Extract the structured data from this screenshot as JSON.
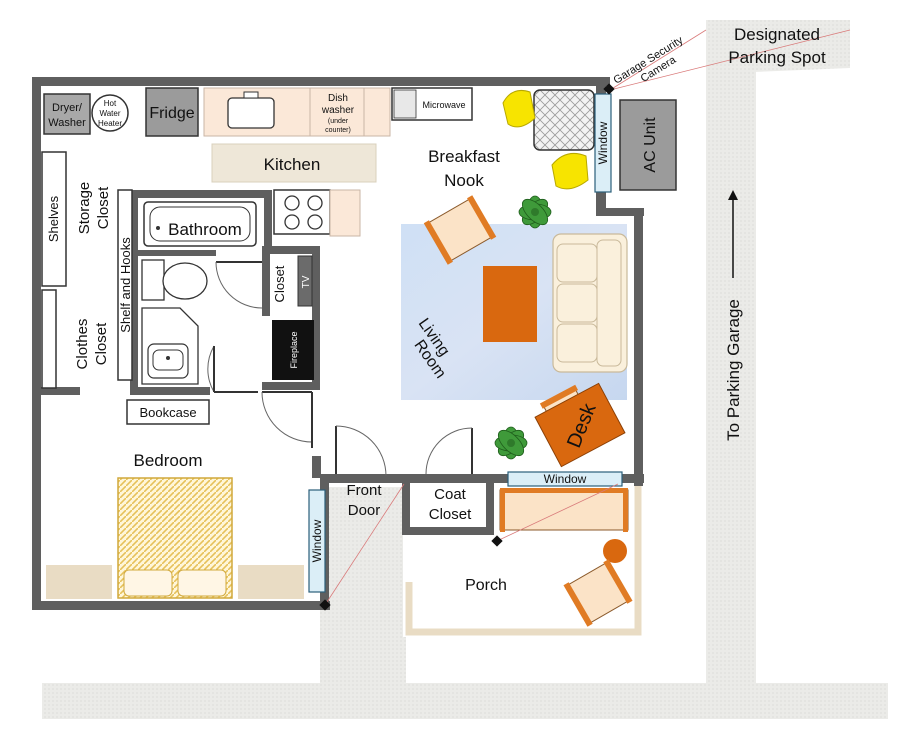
{
  "rooms": {
    "kitchen": "Kitchen",
    "breakfast_nook_line1": "Breakfast",
    "breakfast_nook_line2": "Nook",
    "living_room_line1": "Living",
    "living_room_line2": "Room",
    "bedroom": "Bedroom",
    "porch": "Porch",
    "bathroom": "Bathroom"
  },
  "fixtures": {
    "dryer_washer_line1": "Dryer/",
    "dryer_washer_line2": "Washer",
    "water_heater_line1": "Hot",
    "water_heater_line2": "Water",
    "water_heater_line3": "Heater",
    "fridge": "Fridge",
    "dishwasher_line1": "Dish",
    "dishwasher_line2": "washer",
    "dishwasher_note1": "(under",
    "dishwasher_note2": "counter)",
    "microwave": "Microwave",
    "ac_unit_line1": "AC Unit",
    "fireplace": "Fireplace",
    "tv": "TV",
    "desk": "Desk",
    "bookcase": "Bookcase"
  },
  "closets": {
    "shelves": "Shelves",
    "storage_closet_line1": "Storage",
    "storage_closet_line2": "Closet",
    "shelf_and_hooks": "Shelf and Hooks",
    "clothes_closet_line1": "Clothes",
    "clothes_closet_line2": "Closet",
    "closet": "Closet",
    "coat_closet_line1": "Coat",
    "coat_closet_line2": "Closet"
  },
  "doors": {
    "front_door_line1": "Front",
    "front_door_line2": "Door"
  },
  "windows": {
    "nook_window": "Window",
    "living_window": "Window",
    "bedroom_window": "Window"
  },
  "exterior": {
    "security_camera_line1": "Garage Security",
    "security_camera_line2": "Camera",
    "parking_spot_line1": "Designated",
    "parking_spot_line2": "Parking Spot",
    "to_parking_garage": "To Parking Garage"
  },
  "colors": {
    "wall": "#5f5f5f",
    "rug": "#c9dbf3",
    "accent_orange": "#d9680f",
    "chair_yellow": "#f7e400",
    "counter": "#fbe8d8",
    "window": "#dbeef7",
    "walkway": "#ebebe8"
  }
}
